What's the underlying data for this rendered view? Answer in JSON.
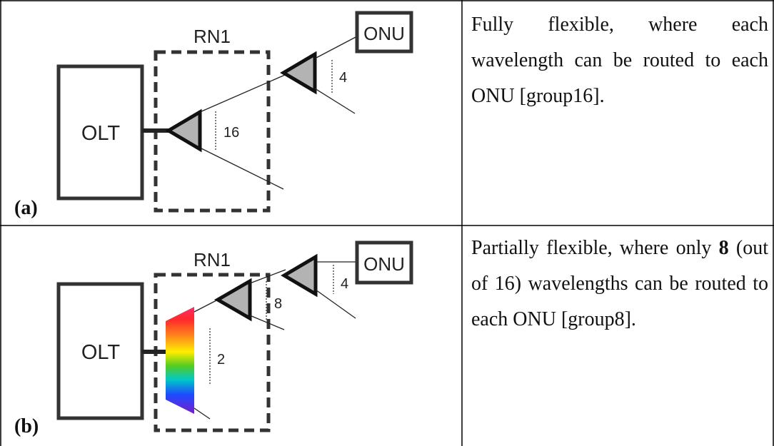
{
  "rows": [
    {
      "tag": "(a)",
      "diagram": {
        "olt": "OLT",
        "rn": "RN1",
        "onu": "ONU",
        "split_rn": "16",
        "split_onu": "4"
      },
      "caption": "Fully flexible, where each wavelength can be routed to each ONU [group16]."
    },
    {
      "tag": "(b)",
      "diagram": {
        "olt": "OLT",
        "rn": "RN1",
        "onu": "ONU",
        "split_awg": "2",
        "split_mid": "8",
        "split_onu": "4"
      },
      "caption_pre": "Partially flexible, where only ",
      "caption_bold": "8",
      "caption_post": " (out of 16) wavelengths can be routed to each ONU [group8]."
    }
  ]
}
